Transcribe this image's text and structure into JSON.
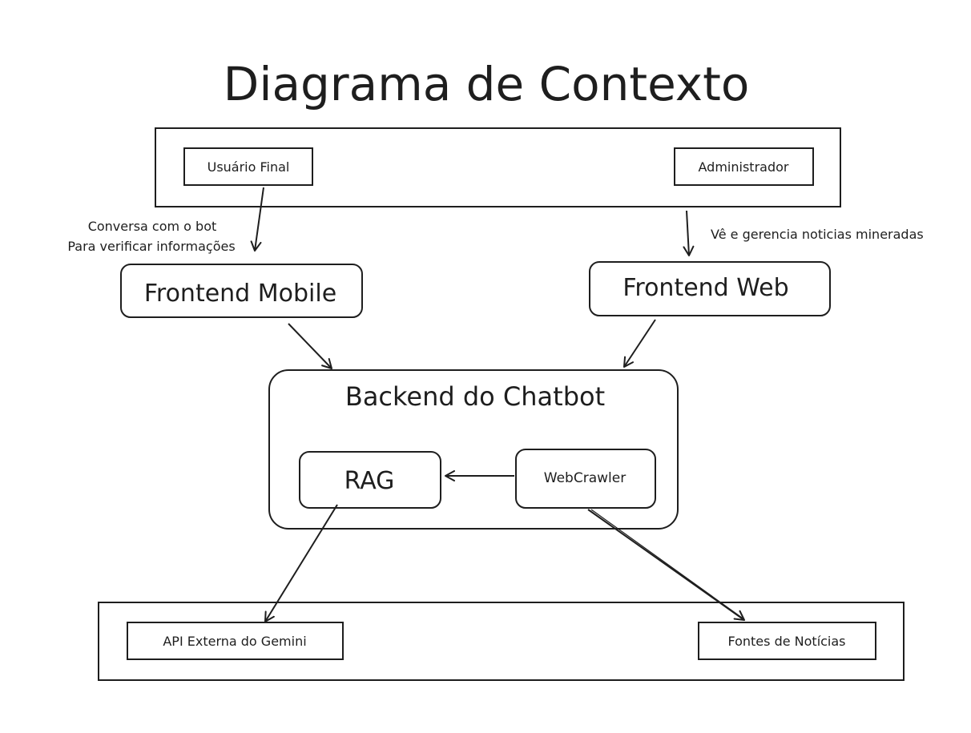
{
  "title": "Diagrama de Contexto",
  "actors": {
    "end_user": "Usuário Final",
    "admin": "Administrador"
  },
  "edges": {
    "user_to_mobile_line1": "Conversa com o bot",
    "user_to_mobile_line2": "Para verificar informações",
    "admin_to_web": "Vê e gerencia noticias mineradas"
  },
  "components": {
    "frontend_mobile": "Frontend Mobile",
    "frontend_web": "Frontend Web",
    "backend": "Backend do Chatbot",
    "rag": "RAG",
    "webcrawler": "WebCrawler"
  },
  "external": {
    "gemini": "API Externa do Gemini",
    "news": "Fontes de Notícias"
  },
  "colors": {
    "stroke": "#1e1e1e",
    "background": "#ffffff"
  }
}
